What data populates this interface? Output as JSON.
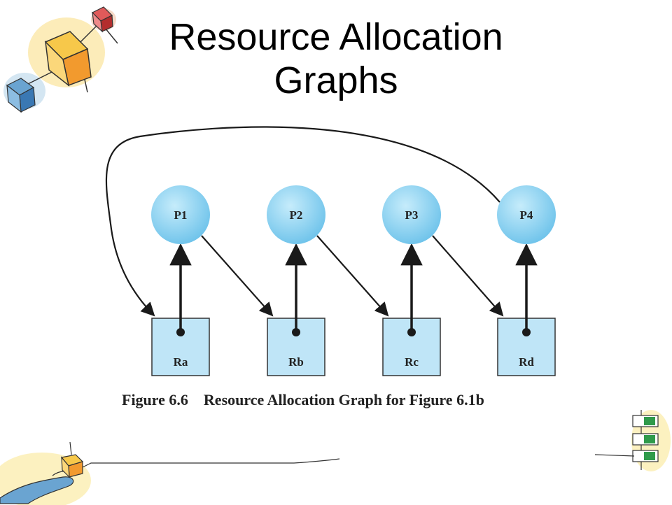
{
  "slide": {
    "title_line1": "Resource Allocation",
    "title_line2": "Graphs"
  },
  "figure": {
    "number": "Figure 6.6",
    "caption": "Resource Allocation Graph for Figure 6.1b"
  },
  "processes": [
    {
      "label": "P1"
    },
    {
      "label": "P2"
    },
    {
      "label": "P3"
    },
    {
      "label": "P4"
    }
  ],
  "resources": [
    {
      "label": "Ra"
    },
    {
      "label": "Rb"
    },
    {
      "label": "Rc"
    },
    {
      "label": "Rd"
    }
  ],
  "edges": [
    {
      "from": "Ra",
      "to": "P1",
      "kind": "assignment"
    },
    {
      "from": "Rb",
      "to": "P2",
      "kind": "assignment"
    },
    {
      "from": "Rc",
      "to": "P3",
      "kind": "assignment"
    },
    {
      "from": "Rd",
      "to": "P4",
      "kind": "assignment"
    },
    {
      "from": "P1",
      "to": "Rb",
      "kind": "request"
    },
    {
      "from": "P2",
      "to": "Rc",
      "kind": "request"
    },
    {
      "from": "P3",
      "to": "Rd",
      "kind": "request"
    },
    {
      "from": "P4",
      "to": "Ra",
      "kind": "request"
    }
  ],
  "colors": {
    "process_fill": "#8fd4f2",
    "resource_fill": "#bfe5f7",
    "edge": "#1a1a1a"
  },
  "decorations": [
    "cube-sketch-icon",
    "hand-holding-cube-icon",
    "stacked-blocks-icon"
  ]
}
